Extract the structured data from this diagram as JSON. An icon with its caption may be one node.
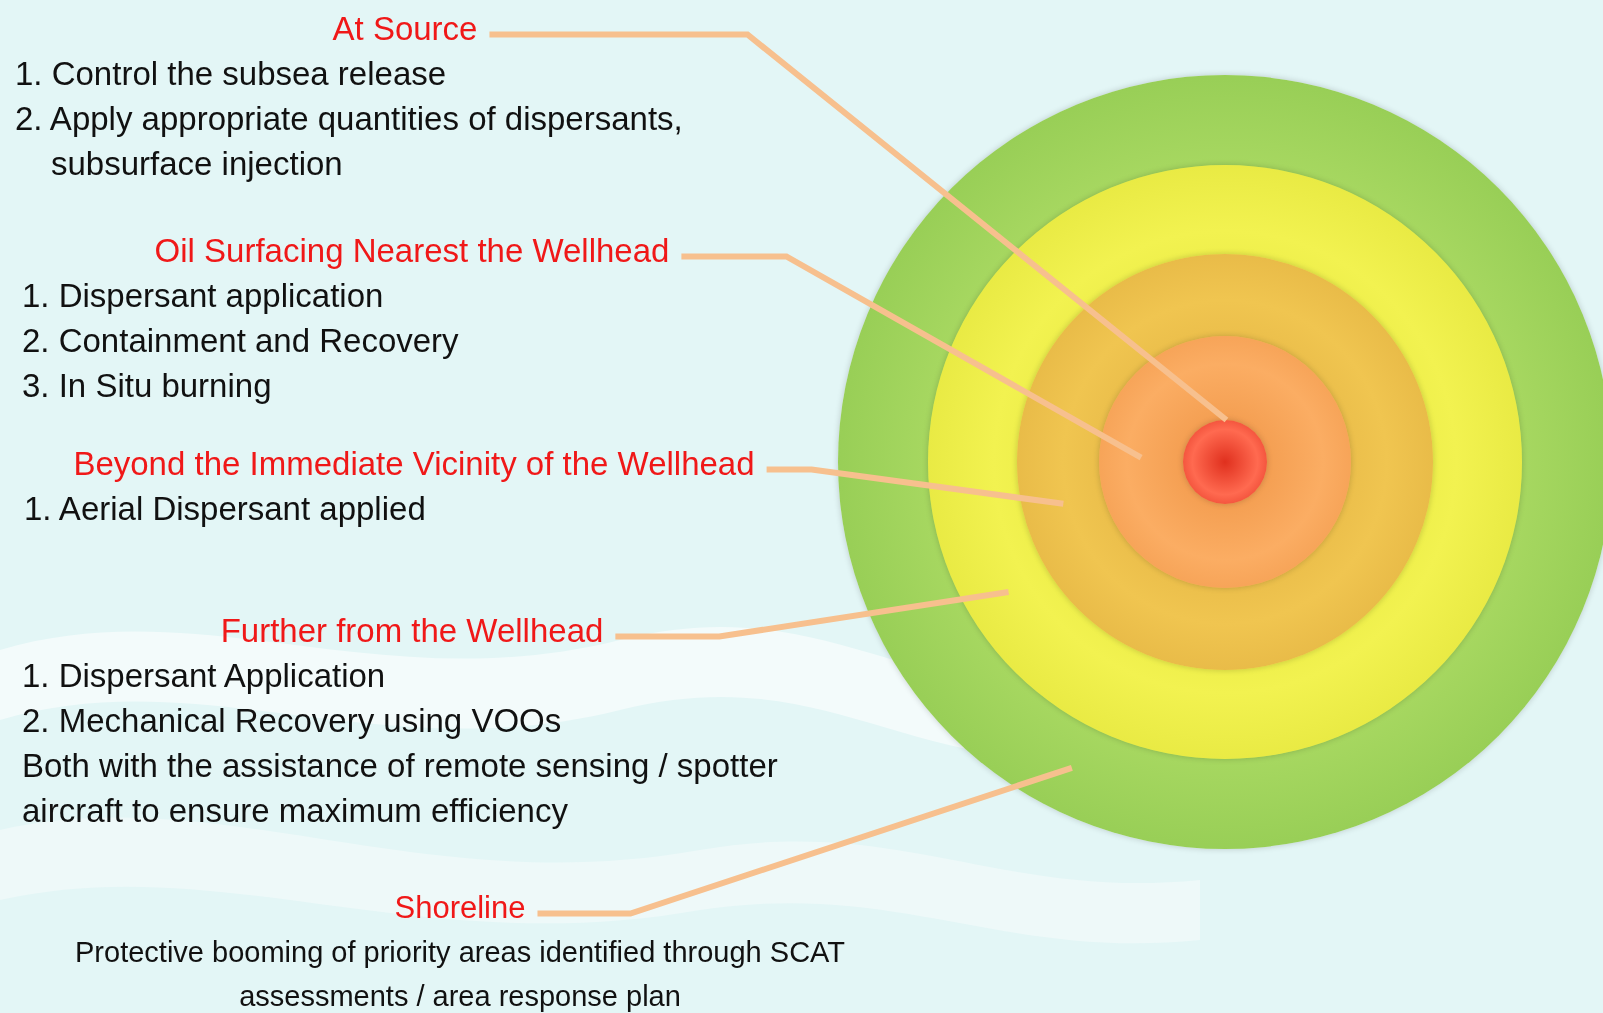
{
  "diagram": {
    "nodes": [
      {
        "text": [
          "At Source",
          "1. Control the subsea release",
          "2. Apply appropriate quantities of dispersants, subsurface injection"
        ]
      },
      {
        "text": [
          "Oil Surfacing Nearest the Wellhead",
          "1. Dispersant application",
          "2. Containment and Recovery",
          "3. In Situ burning"
        ]
      },
      {
        "text": [
          "Beyond the Immediate Vicinity of the Wellhead",
          "1. Aerial Dispersant applied"
        ]
      },
      {
        "text": [
          "Further from the Wellhead",
          "1. Dispersant Application",
          "2. Mechanical Recovery using VOOs",
          "Both with the assistance of remote sensing / spotter aircraft to ensure maximum efficiency"
        ]
      },
      {
        "text": [
          "Shoreline",
          "Protective booming of priority areas identified through SCAT assessments / area response plan"
        ]
      },
      {
        "text": [],
        "shape": "circle"
      },
      {
        "text": [],
        "shape": "circle",
        "in": 5
      },
      {
        "text": [],
        "shape": "circle",
        "in": 6
      },
      {
        "text": [],
        "shape": "circle",
        "in": 7
      },
      {
        "text": [],
        "shape": "circle",
        "in": 8
      }
    ],
    "edges": [
      {
        "from": 0,
        "to": 9,
        "arrow": "none"
      },
      {
        "from": 1,
        "to": 8,
        "arrow": "none"
      },
      {
        "from": 2,
        "to": 7,
        "arrow": "none"
      },
      {
        "from": 3,
        "to": 6,
        "arrow": "none"
      },
      {
        "from": 4,
        "to": 5,
        "arrow": "none"
      }
    ]
  }
}
